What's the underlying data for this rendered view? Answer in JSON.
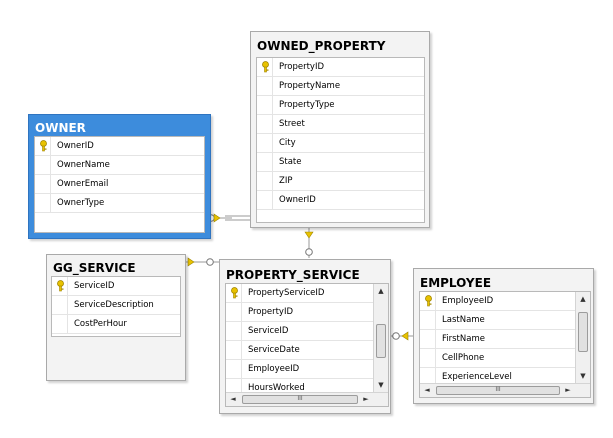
{
  "colors": {
    "selected_header": "#3d8cdc",
    "key_icon": "#e8c200",
    "connector": "#9a9a9a"
  },
  "tables": {
    "owned_property": {
      "title": "OWNED_PROPERTY",
      "columns": [
        "PropertyID",
        "PropertyName",
        "PropertyType",
        "Street",
        "City",
        "State",
        "ZIP",
        "OwnerID"
      ],
      "primary_key": "PropertyID"
    },
    "owner": {
      "title": "OWNER",
      "selected": true,
      "columns": [
        "OwnerID",
        "OwnerName",
        "OwnerEmail",
        "OwnerType"
      ],
      "primary_key": "OwnerID"
    },
    "gg_service": {
      "title": "GG_SERVICE",
      "columns": [
        "ServiceID",
        "ServiceDescription",
        "CostPerHour"
      ],
      "primary_key": "ServiceID"
    },
    "property_service": {
      "title": "PROPERTY_SERVICE",
      "columns": [
        "PropertyServiceID",
        "PropertyID",
        "ServiceID",
        "ServiceDate",
        "EmployeeID",
        "HoursWorked"
      ],
      "primary_key": "PropertyServiceID"
    },
    "employee": {
      "title": "EMPLOYEE",
      "columns": [
        "EmployeeID",
        "LastName",
        "FirstName",
        "CellPhone",
        "ExperienceLevel"
      ],
      "primary_key": "EmployeeID"
    }
  },
  "relationships": [
    {
      "from": "OWNER",
      "to": "OWNED_PROPERTY"
    },
    {
      "from": "OWNED_PROPERTY",
      "to": "PROPERTY_SERVICE"
    },
    {
      "from": "GG_SERVICE",
      "to": "PROPERTY_SERVICE"
    },
    {
      "from": "EMPLOYEE",
      "to": "PROPERTY_SERVICE"
    }
  ],
  "scrollbar": {
    "grip": "III",
    "up": "▲",
    "down": "▼",
    "left": "◄",
    "right": "►"
  }
}
